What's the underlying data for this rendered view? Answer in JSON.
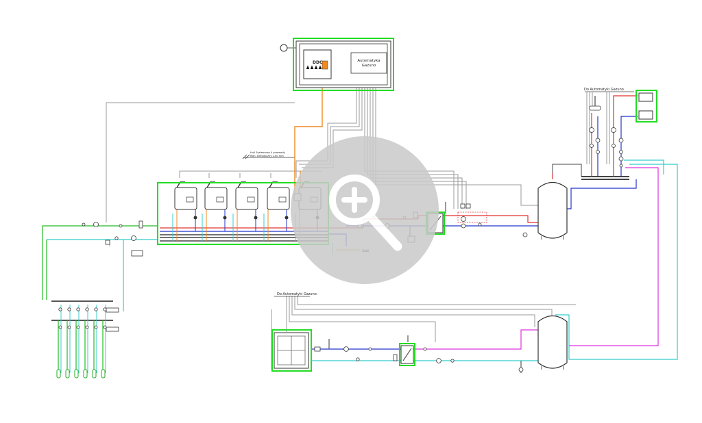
{
  "labels": {
    "ddc": "DDC",
    "automatyka_line1": "Automatyka",
    "automatyka_line2": "Gazuno",
    "do_automatyki_top": "Do Automatyki Gazuno",
    "do_automatyki_bottom": "Do Automatyki Gazuno",
    "note_line1": "Hull Systemowy 4 przewody",
    "note_line2": "Mon. klimatyczny 2.00 mm",
    "gaz": "GAZ"
  },
  "colors": {
    "highlight": "#22dd22",
    "hot": "#e03030",
    "cold": "#2233cc",
    "cyan": "#33cccc",
    "magenta": "#dd33dd",
    "orange": "#f08a20",
    "green_line": "#22bb22",
    "control": "#9a9a9a",
    "watermark": "#c9c9c9"
  },
  "icons": {
    "watermark": "zoom-plus-icon"
  }
}
